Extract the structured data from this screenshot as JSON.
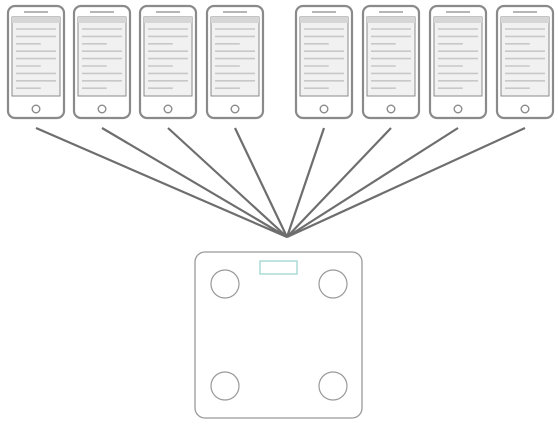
{
  "phones": [
    {
      "id": "phone-1",
      "icon": "smartphone-icon"
    },
    {
      "id": "phone-2",
      "icon": "smartphone-icon"
    },
    {
      "id": "phone-3",
      "icon": "smartphone-icon"
    },
    {
      "id": "phone-4",
      "icon": "smartphone-icon"
    },
    {
      "id": "phone-5",
      "icon": "smartphone-icon"
    },
    {
      "id": "phone-6",
      "icon": "smartphone-icon"
    },
    {
      "id": "phone-7",
      "icon": "smartphone-icon"
    },
    {
      "id": "phone-8",
      "icon": "smartphone-icon"
    }
  ],
  "hub": {
    "icon": "smart-scale-icon",
    "sensor_pads": 4
  },
  "colors": {
    "phone_outline": "#8a8a8a",
    "phone_screen_line": "#c8c8c8",
    "connector_line": "#6e6e6e",
    "scale_outline": "#999999",
    "scale_display": "#9fd6cf"
  }
}
